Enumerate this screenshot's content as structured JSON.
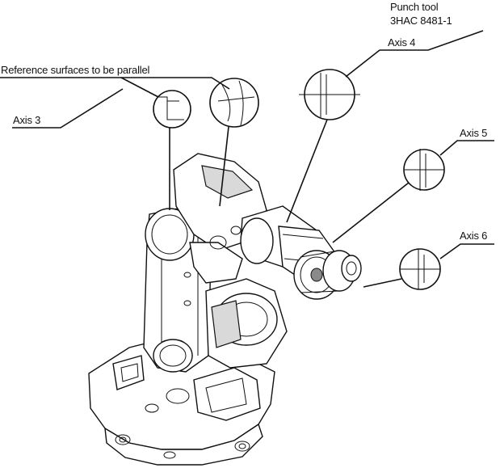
{
  "labels": {
    "punch_tool_line1": "Punch tool",
    "punch_tool_line2": "3HAC 8481-1",
    "axis4": "Axis 4",
    "reference": "Reference surfaces to be parallel",
    "axis3": "Axis 3",
    "axis5": "Axis 5",
    "axis6": "Axis 6"
  },
  "colors": {
    "line": "#111111",
    "shade": "#d9d9d9",
    "background": "#ffffff"
  }
}
